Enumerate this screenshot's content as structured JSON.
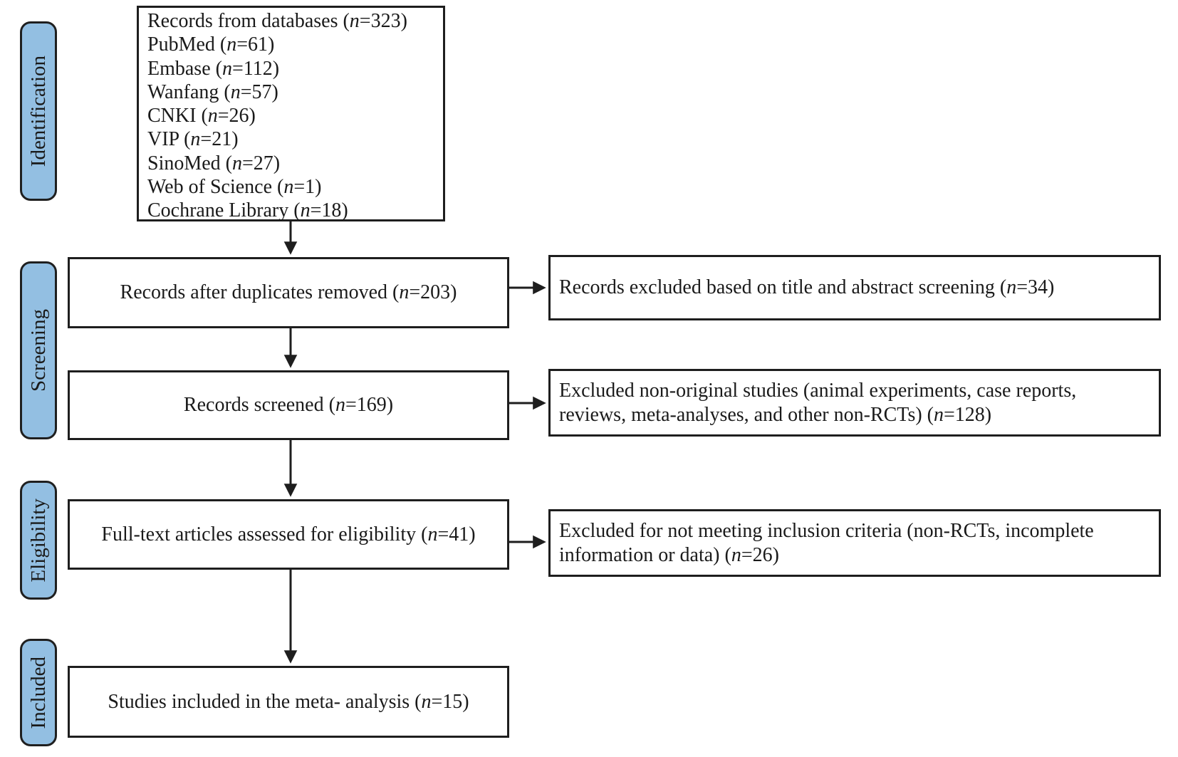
{
  "figure": {
    "type": "study-selection-flow-diagram",
    "stages": {
      "identification": "Identification",
      "screening": "Screening",
      "eligibility": "Eligibility",
      "included": "Included"
    },
    "boxes": {
      "databases": {
        "lines": [
          "Records from databases (n=323)",
          "PubMed (n=61)",
          "Embase (n=112)",
          "Wanfang (n=57)",
          "CNKI (n=26)",
          "VIP (n=21)",
          "SinoMed (n=27)",
          "Web of Science (n=1)",
          "Cochrane Library (n=18)"
        ]
      },
      "duplicates_removed": {
        "text": "Records after duplicates removed (n=203)"
      },
      "screened": {
        "text": "Records screened (n=169)"
      },
      "full_text": {
        "text": "Full-text articles assessed for eligibility (n=41)"
      },
      "included": {
        "text": "Studies included in the meta- analysis (n=15)"
      },
      "excluded_title_abstract": {
        "lines": [
          "Records excluded based on title and abstract screening (n=34)"
        ]
      },
      "excluded_non_original": {
        "lines": [
          "Excluded non-original studies (animal experiments, case reports,",
          "reviews, meta-analyses, and other non-RCTs) (n=128)"
        ]
      },
      "excluded_criteria": {
        "lines": [
          "Excluded for not meeting inclusion criteria (non-RCTs, incomplete",
          "information or data) (n=26)"
        ]
      }
    },
    "colors": {
      "stage_fill": "#93BFE2",
      "stage_border": "#1f1f1f",
      "box_border": "#1e1e1e",
      "arrow": "#1e1e1e",
      "text": "#1a1a1a",
      "background": "#ffffff"
    }
  }
}
